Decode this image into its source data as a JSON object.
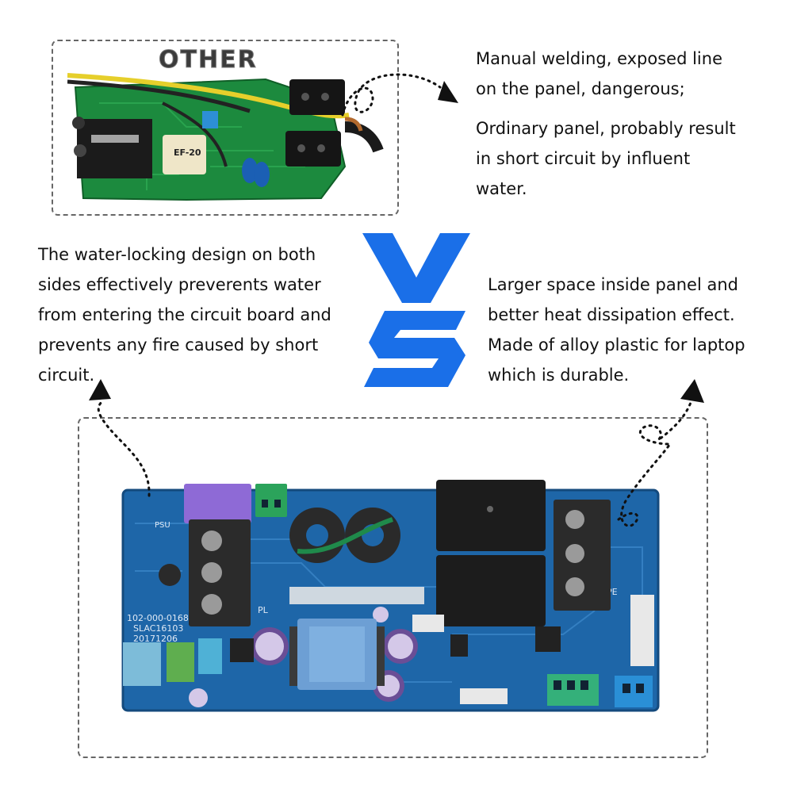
{
  "other_board": {
    "label": "OTHER",
    "silkscreen": "EF-20"
  },
  "top_note": {
    "line1": "Manual welding, exposed line",
    "line2": "on the panel, dangerous;",
    "line3": "Ordinary panel, probably result",
    "line4": "in short circuit by influent",
    "line5": "water."
  },
  "left_note": {
    "line1": "The water-locking design on both",
    "line2": "sides effectively preverents water",
    "line3": "from entering the circuit board and",
    "line4": "prevents any fire caused by short",
    "line5": "circuit."
  },
  "right_note": {
    "line1": "Larger space inside panel and",
    "line2": "better heat dissipation effect.",
    "line3": "Made of alloy plastic for laptop",
    "line4": "which is durable."
  },
  "vs_badge": {
    "color": "#1a6fe8"
  },
  "main_board": {
    "code_line1": "102-000-0168",
    "code_line2": "SLAC16103",
    "code_line3": "20171206",
    "label_psu": "PSU",
    "label_pe": "PE",
    "label_pl": "PL"
  }
}
